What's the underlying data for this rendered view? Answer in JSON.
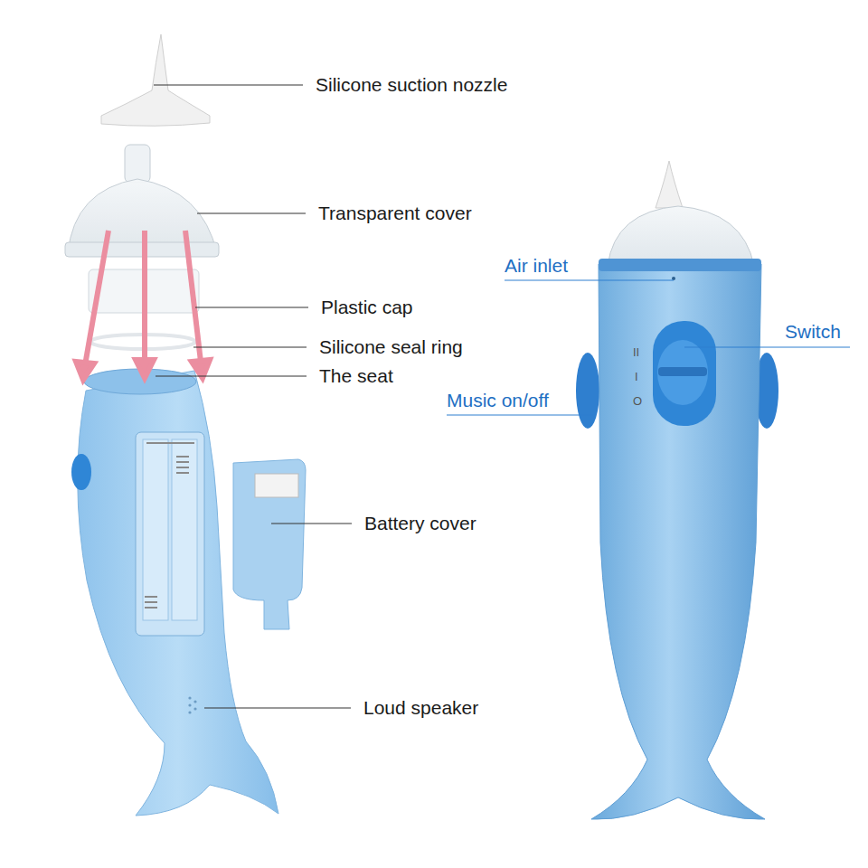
{
  "diagram": {
    "labels": [
      "Silicone suction nozzle",
      "Transparent cover",
      "Plastic cap",
      "Silicone seal ring",
      "The seat",
      "Battery cover",
      "Loud speaker",
      "Air inlet",
      "Switch",
      "Music on/off",
      "II",
      "I",
      "O"
    ]
  }
}
